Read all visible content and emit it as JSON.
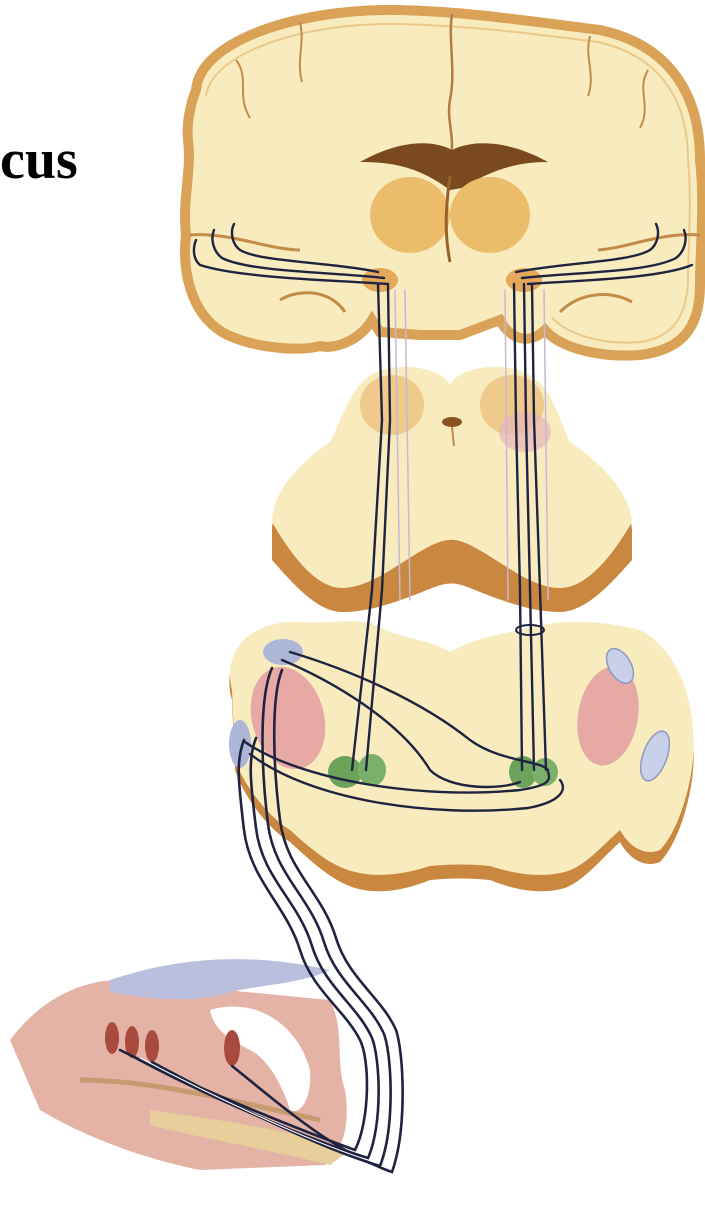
{
  "heading": {
    "text": "cus"
  },
  "colors": {
    "tissue": "#f8ecbf",
    "tissue_rim": "#d9a256",
    "tissue_edge": "#b87a3e",
    "thalamus": "#ebbc6a",
    "colliculus": "#efca8a",
    "nucleus_pink": "#e6a9a4",
    "olive_green": "#6ba35a",
    "cochlear_blue": "#aeb6d8",
    "pathway": "#1f2340",
    "cochlea_pink": "#e4b3a6",
    "hair_cell_red": "#a84a3e",
    "membrane_blue": "#b9bfdc"
  },
  "illustration": {
    "sections": [
      "cerebrum-section",
      "midbrain-section",
      "brainstem-section",
      "cochlea-section"
    ],
    "pathway_style": "auditory-pathway-fibers"
  }
}
